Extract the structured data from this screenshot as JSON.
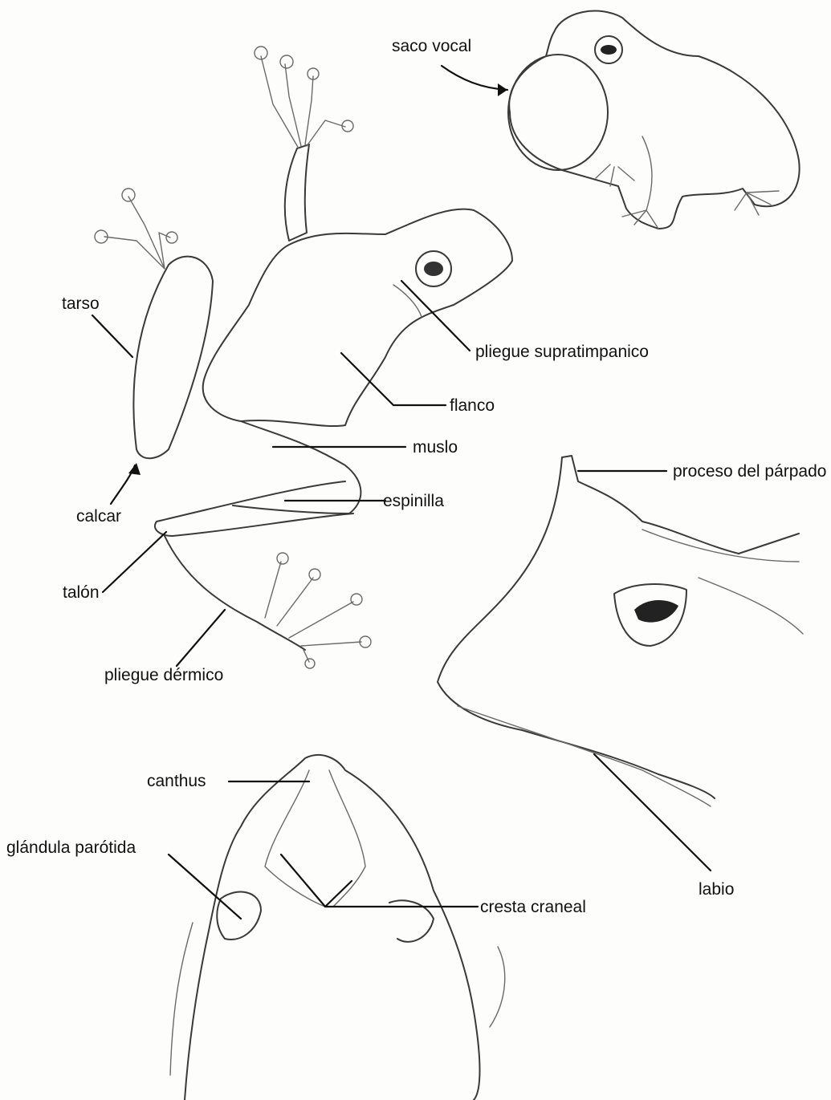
{
  "labels": {
    "saco_vocal": "saco vocal",
    "tarso": "tarso",
    "pliegue_supratimpanico": "pliegue supratimpanico",
    "flanco": "flanco",
    "muslo": "muslo",
    "espinilla": "espinilla",
    "calcar": "calcar",
    "talon": "talón",
    "pliegue_dermico": "pliegue dérmico",
    "proceso_del_parpado": "proceso del párpado",
    "canthus": "canthus",
    "glandula_parotida": "glándula parótida",
    "cresta_craneal": "cresta craneal",
    "labio": "labio"
  }
}
